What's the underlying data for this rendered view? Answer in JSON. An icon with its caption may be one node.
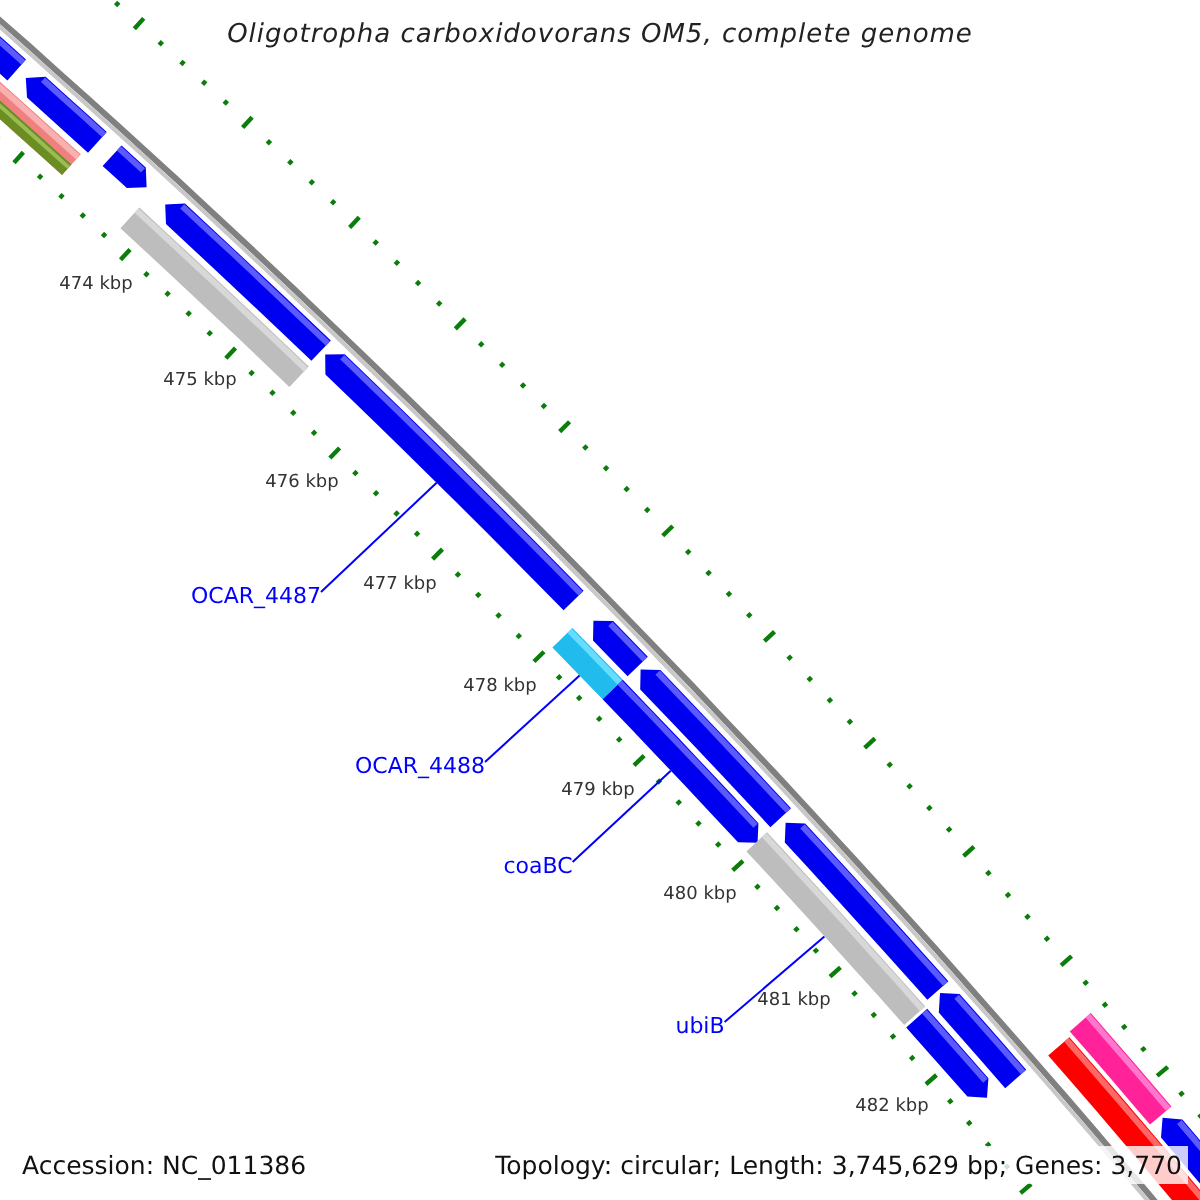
{
  "diagram": {
    "title": "Oligotropha carboxidovorans OM5, complete genome",
    "nodes": [
      {
        "text": [
          "OCAR_4487"
        ]
      },
      {
        "text": [
          "OCAR_4488"
        ]
      },
      {
        "text": [
          "coaBC"
        ]
      },
      {
        "text": [
          "ubiB"
        ]
      },
      {
        "text": [],
        "shape": "arrow"
      },
      {
        "text": [],
        "shape": "bar"
      },
      {
        "text": [],
        "shape": "arrow"
      },
      {
        "text": [],
        "shape": "arrow"
      },
      {
        "text": [],
        "shape": "bar"
      },
      {
        "text": [],
        "shape": "arrow"
      },
      {
        "text": [],
        "shape": "arrow"
      },
      {
        "text": [],
        "shape": "bar"
      },
      {
        "text": [],
        "shape": "arrow"
      },
      {
        "text": [],
        "shape": "arrow"
      },
      {
        "text": [],
        "shape": "arrow"
      },
      {
        "text": [],
        "shape": "bar"
      },
      {
        "text": [],
        "shape": "arrow"
      },
      {
        "text": [],
        "shape": "arrow"
      },
      {
        "text": [],
        "shape": "arrow"
      },
      {
        "text": [],
        "shape": "bar"
      },
      {
        "text": [],
        "shape": "bar"
      },
      {
        "text": [],
        "shape": "arrow"
      }
    ],
    "edges": [
      {
        "from": 0,
        "to": 10,
        "arrow": "none"
      },
      {
        "from": 1,
        "to": 11,
        "arrow": "none"
      },
      {
        "from": 2,
        "to": 13,
        "arrow": "none"
      },
      {
        "from": 3,
        "to": 15,
        "arrow": "none"
      }
    ],
    "labels": [
      "474 kbp",
      "475 kbp",
      "476 kbp",
      "477 kbp",
      "478 kbp",
      "479 kbp",
      "480 kbp",
      "481 kbp",
      "482 kbp",
      "Accession: NC_011386",
      "Topology: circular; Length: 3,745,629 bp; Genes: 3,770"
    ]
  }
}
